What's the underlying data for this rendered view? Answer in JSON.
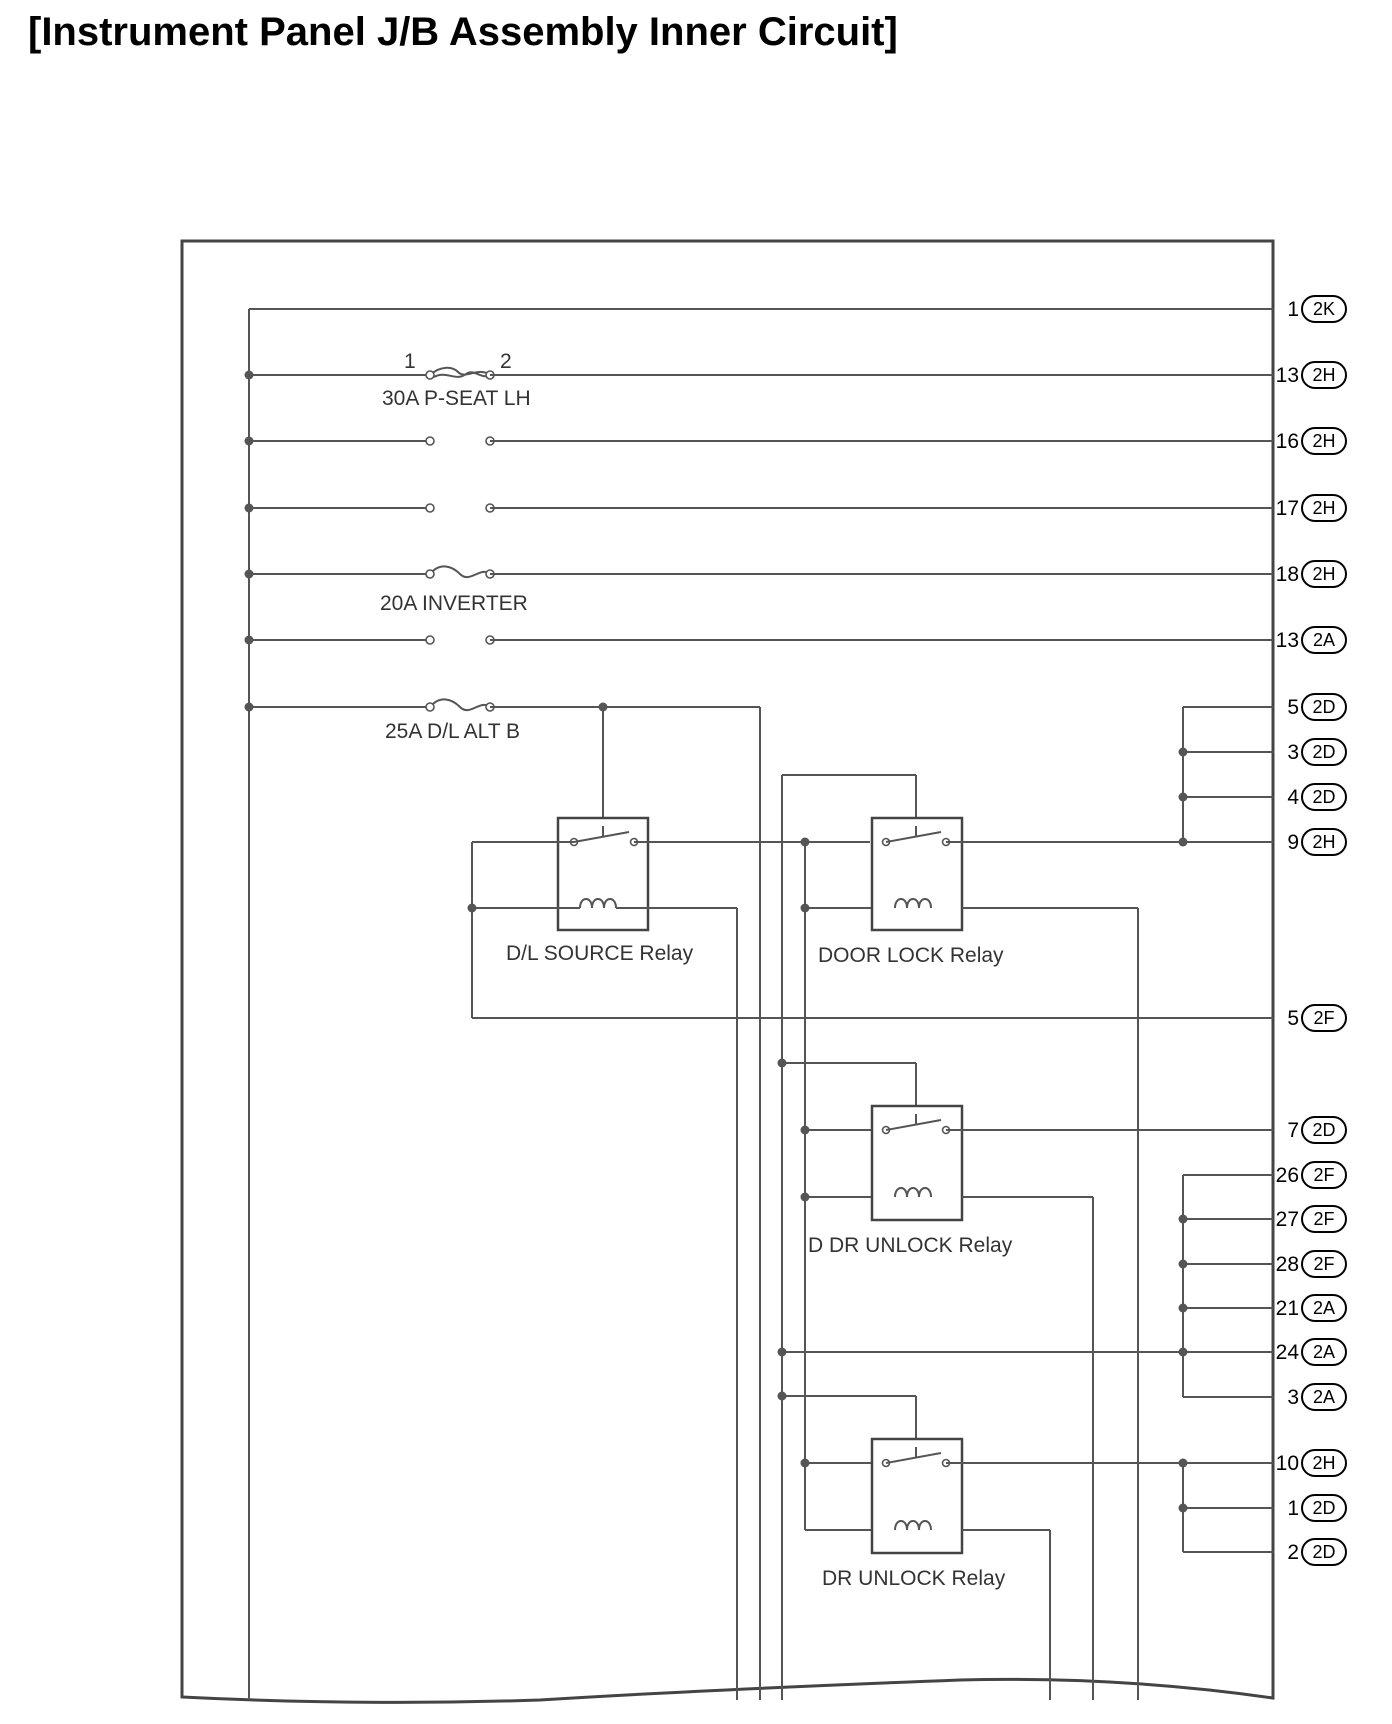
{
  "title": "[Instrument Panel J/B Assembly Inner Circuit]",
  "fuses": [
    {
      "id": "p-seat-lh",
      "label": "30A P-SEAT LH",
      "pin_left": "1",
      "pin_right": "2"
    },
    {
      "id": "inverter",
      "label": "20A INVERTER"
    },
    {
      "id": "dl-alt-b",
      "label": "25A D/L ALT B"
    }
  ],
  "relays": [
    {
      "id": "dl-source",
      "label": "D/L SOURCE Relay"
    },
    {
      "id": "door-lock",
      "label": "DOOR LOCK Relay"
    },
    {
      "id": "d-dr-unlock",
      "label": "D DR UNLOCK Relay"
    },
    {
      "id": "dr-unlock",
      "label": "DR UNLOCK Relay"
    }
  ],
  "terminals": [
    {
      "pin": "1",
      "connector": "2K"
    },
    {
      "pin": "13",
      "connector": "2H"
    },
    {
      "pin": "16",
      "connector": "2H"
    },
    {
      "pin": "17",
      "connector": "2H"
    },
    {
      "pin": "18",
      "connector": "2H"
    },
    {
      "pin": "13",
      "connector": "2A"
    },
    {
      "pin": "5",
      "connector": "2D"
    },
    {
      "pin": "3",
      "connector": "2D"
    },
    {
      "pin": "4",
      "connector": "2D"
    },
    {
      "pin": "9",
      "connector": "2H"
    },
    {
      "pin": "5",
      "connector": "2F"
    },
    {
      "pin": "7",
      "connector": "2D"
    },
    {
      "pin": "26",
      "connector": "2F"
    },
    {
      "pin": "27",
      "connector": "2F"
    },
    {
      "pin": "28",
      "connector": "2F"
    },
    {
      "pin": "21",
      "connector": "2A"
    },
    {
      "pin": "24",
      "connector": "2A"
    },
    {
      "pin": "3",
      "connector": "2A"
    },
    {
      "pin": "10",
      "connector": "2H"
    },
    {
      "pin": "1",
      "connector": "2D"
    },
    {
      "pin": "2",
      "connector": "2D"
    }
  ]
}
